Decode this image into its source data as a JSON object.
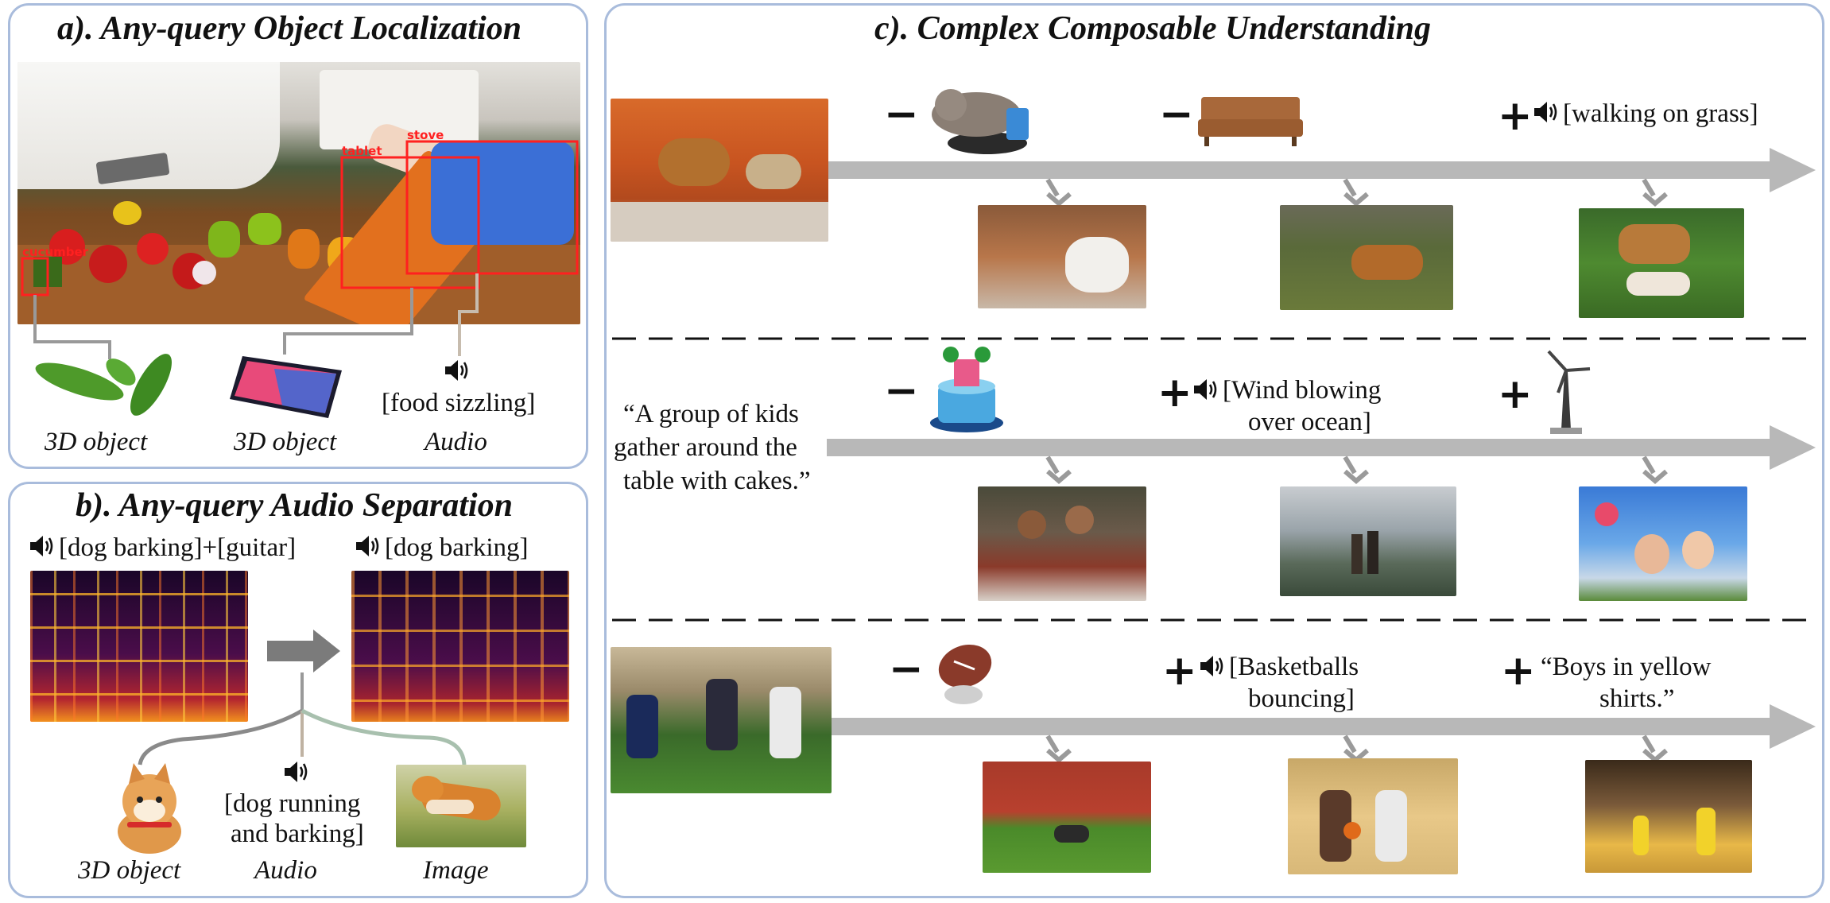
{
  "panel_a": {
    "title": "a). Any-query Object Localization",
    "boxes": [
      "cucumber",
      "tablet",
      "stove"
    ],
    "queries": [
      {
        "type": "3D object"
      },
      {
        "type": "3D object"
      },
      {
        "type": "Audio",
        "text": "[food sizzling]"
      }
    ]
  },
  "panel_b": {
    "title": "b). Any-query Audio Separation",
    "input_audio": "[dog barking]+[guitar]",
    "output_audio": "[dog barking]",
    "queries": [
      {
        "type": "3D object"
      },
      {
        "type": "Audio",
        "text_line1": "[dog running",
        "text_line2": "and barking]"
      },
      {
        "type": "Image"
      }
    ]
  },
  "panel_c": {
    "title": "c). Complex Composable Understanding",
    "rows": [
      {
        "ops": [
          {
            "sign": "−"
          },
          {
            "sign": "−"
          },
          {
            "sign": "+",
            "text": "[walking on grass]"
          }
        ]
      },
      {
        "input_text_lines": [
          "“A group of kids",
          "gather around the",
          "table with cakes.”"
        ],
        "ops": [
          {
            "sign": "−"
          },
          {
            "sign": "+",
            "text_line1": "[Wind blowing",
            "text_line2": "over ocean]"
          },
          {
            "sign": "+"
          }
        ]
      },
      {
        "ops": [
          {
            "sign": "−"
          },
          {
            "sign": "+",
            "text_line1": "[Basketballs",
            "text_line2": "bouncing]"
          },
          {
            "sign": "+",
            "text_line1": "“Boys in yellow",
            "text_line2": "shirts.”"
          }
        ]
      }
    ]
  },
  "colors": {
    "panel_border": "#a9bcdc",
    "arrow": "#b8b8b8",
    "bbox": "#ff2020"
  }
}
